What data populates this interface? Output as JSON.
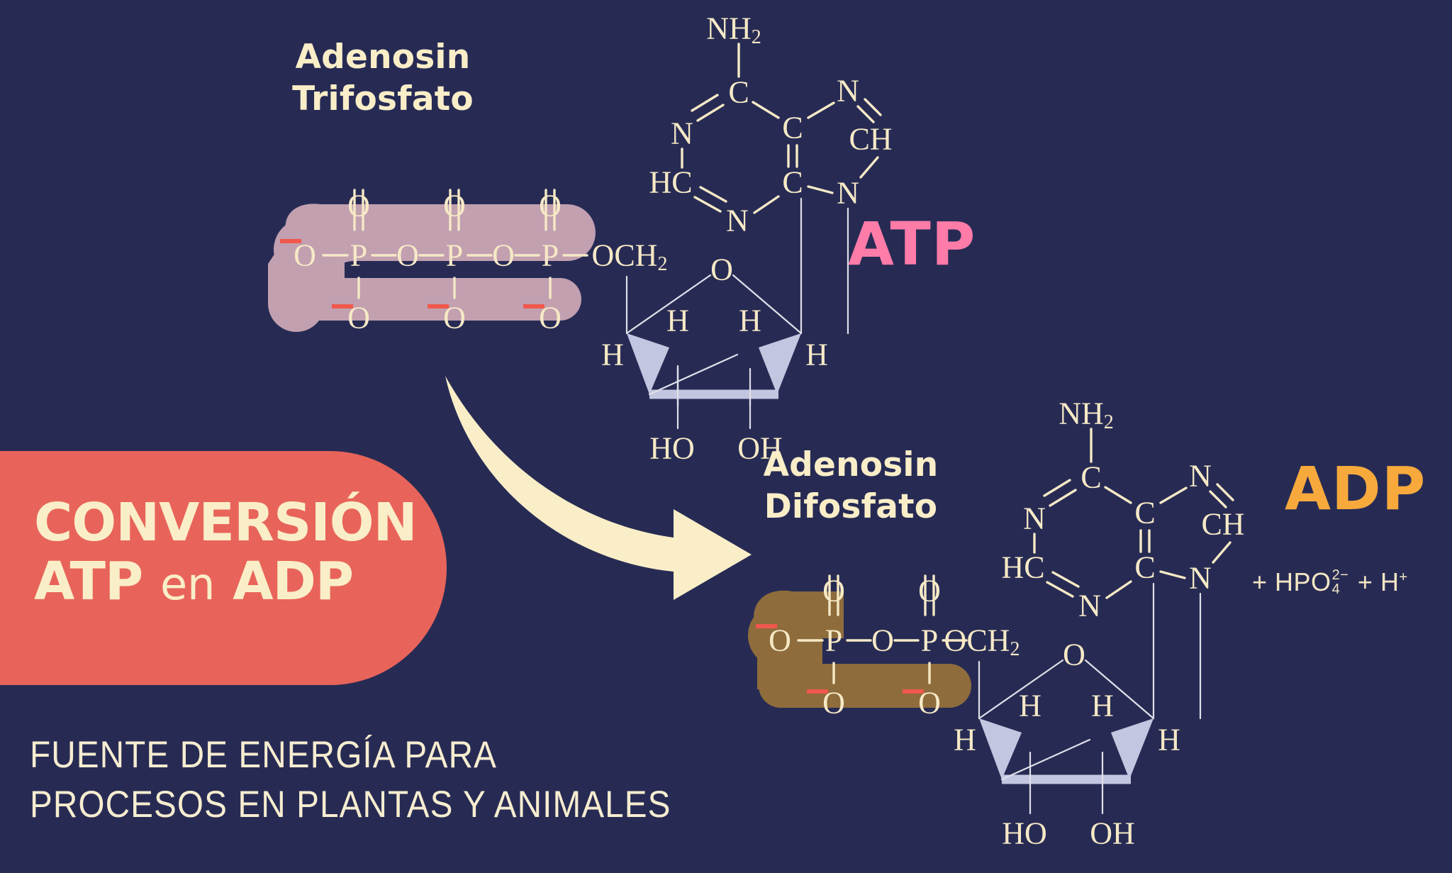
{
  "page": {
    "background_color": "#272b54",
    "text_cream": "#f6e9c6"
  },
  "badge": {
    "background_color": "#e8645a",
    "line1": "CONVERSIÓN",
    "line2_part1": "ATP",
    "line2_connector": "en",
    "line2_part2": "ADP",
    "full_text": "CONVERSIÓN\nATP en ADP"
  },
  "caption": {
    "line1": "FUENTE DE ENERGÍA PARA",
    "line2": "PROCESOS EN PLANTAS Y ANIMALES",
    "full_text": "FUENTE DE ENERGÍA PARA\nPROCESOS EN PLANTAS Y ANIMALES"
  },
  "atp": {
    "title": "Adenosin\nTrifosfato",
    "title_line1": "Adenosin",
    "title_line2": "Trifosfato",
    "acronym": "ATP",
    "acronym_color": "#ff7ba8",
    "phosphate_highlight_color": "#c2a0b0",
    "phosphate_count": 3,
    "adenine_labels": [
      "NH2",
      "C",
      "N",
      "N",
      "HC",
      "C",
      "C",
      "N",
      "CH",
      "N"
    ],
    "phosphate_labels": {
      "terminal_o": "O",
      "p": "P",
      "bridge_o": "O",
      "double_o": "O",
      "lower_o": "O",
      "linker": "OCH2"
    },
    "ribose_labels": {
      "ring_o": "O",
      "h_left": "H",
      "h_right": "H",
      "h_inner_left": "H",
      "h_inner_right": "H",
      "ho": "HO",
      "oh": "OH"
    },
    "charge_symbol": "−",
    "charge_count": 4
  },
  "adp": {
    "title": "Adenosin\nDifosfato",
    "title_line1": "Adenosin",
    "title_line2": "Difosfato",
    "acronym": "ADP",
    "acronym_color": "#f7a93c",
    "phosphate_highlight_color": "#8e6c3c",
    "phosphate_count": 2,
    "adenine_labels": [
      "NH2",
      "C",
      "N",
      "N",
      "HC",
      "C",
      "C",
      "N",
      "CH",
      "N"
    ],
    "phosphate_labels": {
      "terminal_o": "O",
      "p": "P",
      "bridge_o": "O",
      "double_o": "O",
      "lower_o": "O",
      "linker": "OCH2"
    },
    "ribose_labels": {
      "ring_o": "O",
      "h_left": "H",
      "h_right": "H",
      "h_inner_left": "H",
      "h_inner_right": "H",
      "ho": "HO",
      "oh": "OH"
    },
    "charge_symbol": "−",
    "charge_count": 3
  },
  "byproduct": {
    "plus1": "+",
    "formula": "HPO",
    "superscript": "2−",
    "subscript": "4",
    "plus2": "+",
    "hydrogen": "H",
    "hydrogen_charge": "+",
    "full_text": "+ HPO42− + H+"
  },
  "arrow": {
    "icon": "curved-arrow-icon",
    "color": "#faeec8",
    "direction": "right"
  },
  "chart_data": {
    "type": "diagram",
    "title": "Conversión ATP en ADP",
    "nodes": [
      {
        "id": "atp",
        "label": "ATP",
        "sublabel": "Adenosin Trifosfato",
        "phosphates": 3
      },
      {
        "id": "adp",
        "label": "ADP",
        "sublabel": "Adenosin Difosfato",
        "phosphates": 2
      }
    ],
    "edges": [
      {
        "from": "atp",
        "to": "adp",
        "label": "",
        "releases": "HPO4 2- + H+"
      }
    ]
  }
}
